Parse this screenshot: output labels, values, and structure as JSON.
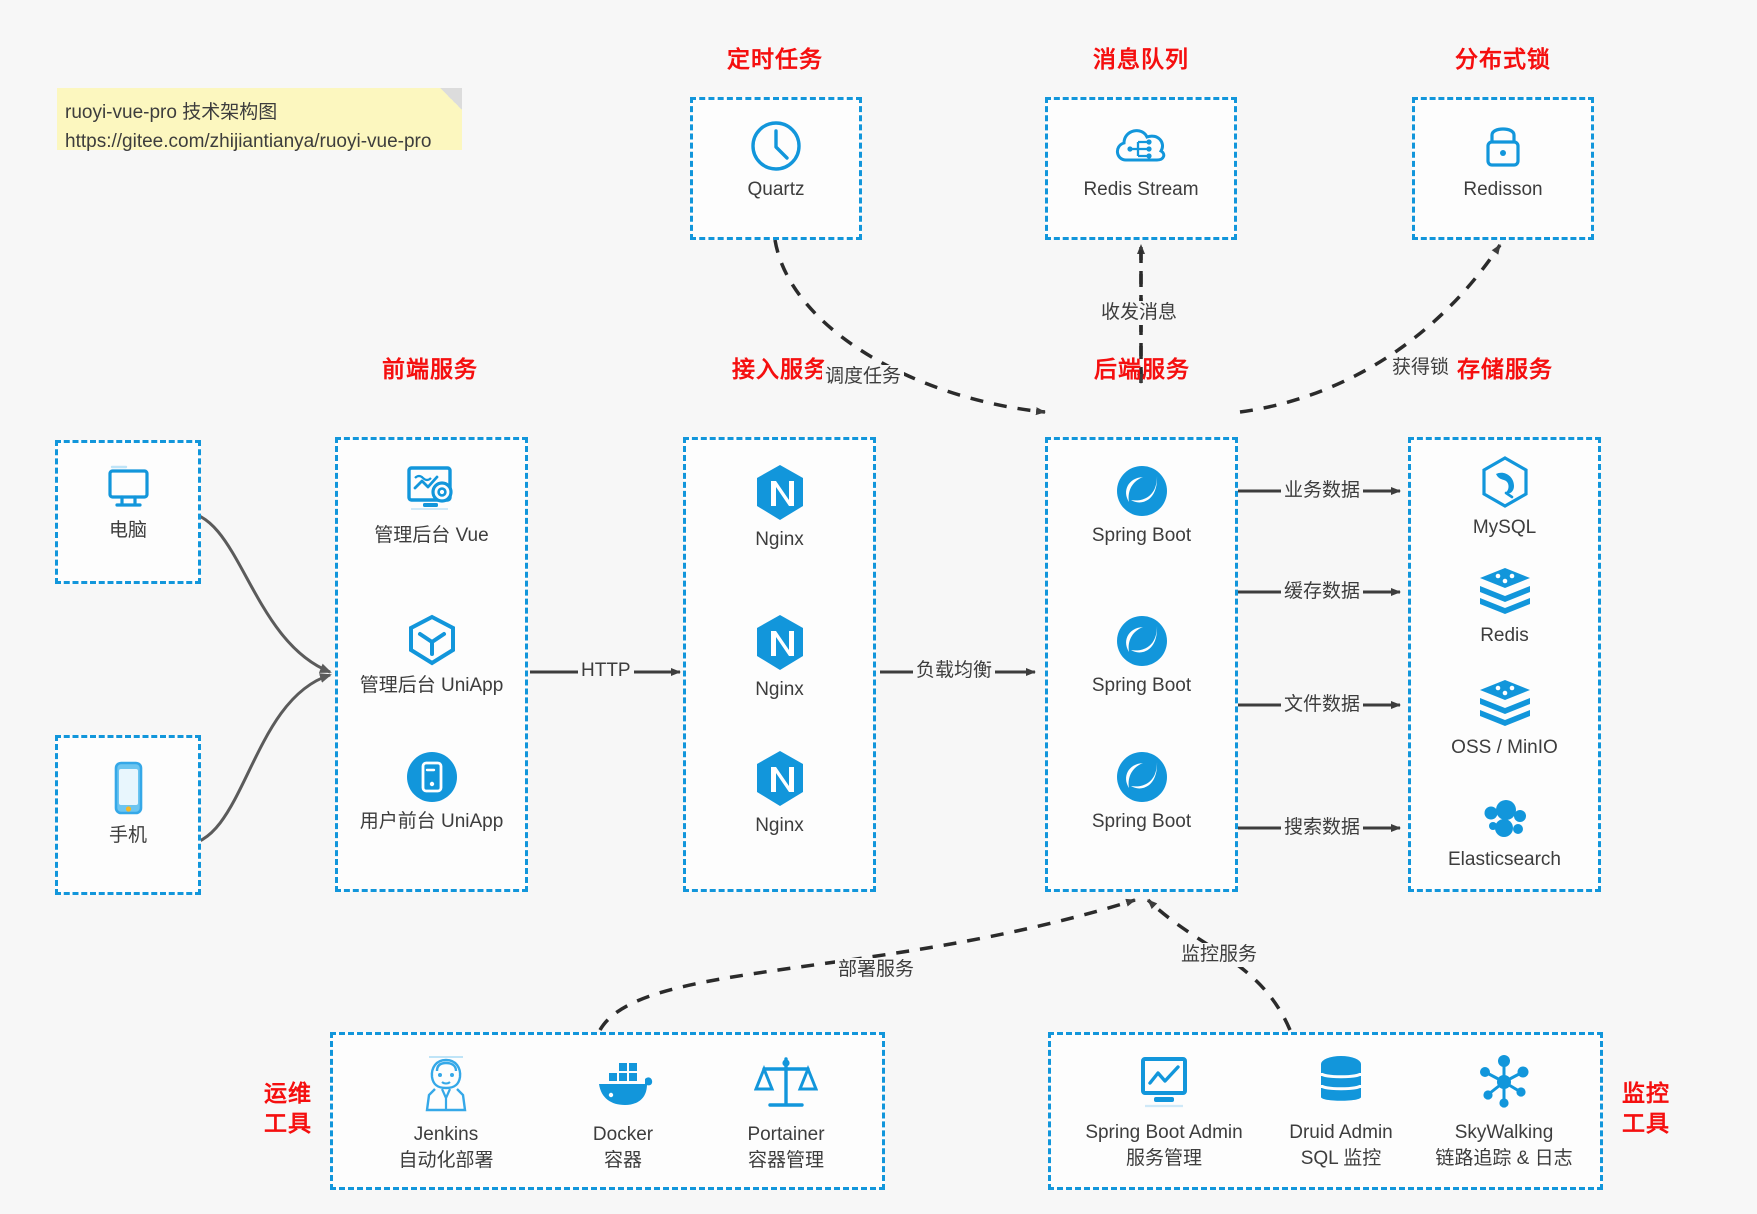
{
  "note": {
    "line1": "ruoyi-vue-pro 技术架构图",
    "line2": "https://gitee.com/zhijiantianya/ruoyi-vue-pro"
  },
  "groups": {
    "scheduler": {
      "title": "定时任务",
      "nodes": [
        {
          "label": "Quartz",
          "icon": "clock-icon"
        }
      ]
    },
    "mq": {
      "title": "消息队列",
      "nodes": [
        {
          "label": "Redis Stream",
          "icon": "cloud-stream-icon"
        }
      ]
    },
    "lock": {
      "title": "分布式锁",
      "nodes": [
        {
          "label": "Redisson",
          "icon": "lock-icon"
        }
      ]
    },
    "frontend": {
      "title": "前端服务",
      "nodes": [
        {
          "label": "管理后台 Vue",
          "icon": "dashboard-icon"
        },
        {
          "label": "管理后台 UniApp",
          "icon": "cube-icon"
        },
        {
          "label": "用户前台 UniApp",
          "icon": "mobile-round-icon"
        }
      ]
    },
    "gateway": {
      "title": "接入服务",
      "nodes": [
        {
          "label": "Nginx",
          "icon": "nginx-icon"
        },
        {
          "label": "Nginx",
          "icon": "nginx-icon"
        },
        {
          "label": "Nginx",
          "icon": "nginx-icon"
        }
      ]
    },
    "backend": {
      "title": "后端服务",
      "nodes": [
        {
          "label": "Spring Boot",
          "icon": "spring-icon"
        },
        {
          "label": "Spring Boot",
          "icon": "spring-icon"
        },
        {
          "label": "Spring Boot",
          "icon": "spring-icon"
        }
      ]
    },
    "storage": {
      "title": "存储服务",
      "nodes": [
        {
          "label": "MySQL",
          "icon": "mysql-icon"
        },
        {
          "label": "Redis",
          "icon": "redis-icon"
        },
        {
          "label": "OSS / MinIO",
          "icon": "oss-icon"
        },
        {
          "label": "Elasticsearch",
          "icon": "elasticsearch-icon"
        }
      ]
    },
    "clients": {
      "computer": {
        "label": "电脑",
        "icon": "desktop-icon"
      },
      "phone": {
        "label": "手机",
        "icon": "phone-icon"
      }
    },
    "devops": {
      "title_line1": "运维",
      "title_line2": "工具",
      "nodes": [
        {
          "name": "Jenkins",
          "desc": "自动化部署",
          "icon": "jenkins-icon"
        },
        {
          "name": "Docker",
          "desc": "容器",
          "icon": "docker-icon"
        },
        {
          "name": "Portainer",
          "desc": "容器管理",
          "icon": "scales-icon"
        }
      ]
    },
    "monitor": {
      "title_line1": "监控",
      "title_line2": "工具",
      "nodes": [
        {
          "name": "Spring Boot Admin",
          "desc": "服务管理",
          "icon": "monitor-chart-icon"
        },
        {
          "name": "Druid Admin",
          "desc": "SQL 监控",
          "icon": "database-icon"
        },
        {
          "name": "SkyWalking",
          "desc": "链路追踪 & 日志",
          "icon": "tracing-icon"
        }
      ]
    }
  },
  "edges": {
    "schedule_task": "调度任务",
    "send_receive_message": "收发消息",
    "acquire_lock": "获得锁",
    "http": "HTTP",
    "load_balance": "负载均衡",
    "business_data": "业务数据",
    "cache_data": "缓存数据",
    "file_data": "文件数据",
    "search_data": "搜索数据",
    "deploy_service": "部署服务",
    "monitor_service": "监控服务"
  },
  "colors": {
    "accent": "#1296db",
    "title": "#f50f0f",
    "text": "#3d3d3d",
    "background": "#f7f7f7",
    "note": "#fcf7bf",
    "wire": "#4d4d4d"
  }
}
